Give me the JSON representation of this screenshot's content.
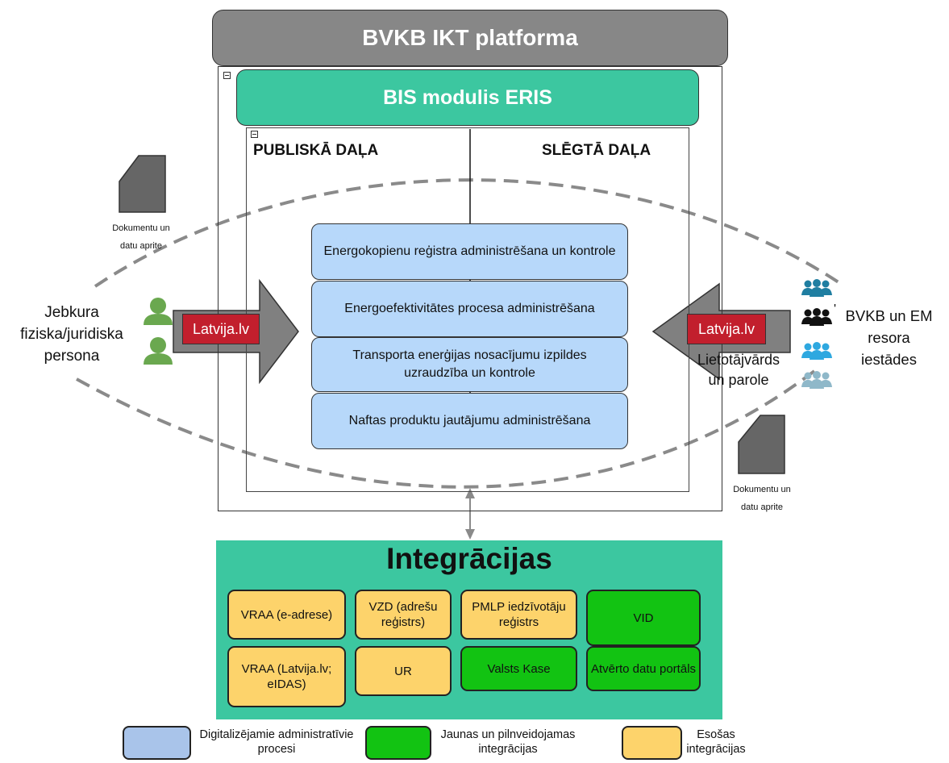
{
  "platform": {
    "title": "BVKB IKT platforma"
  },
  "module": {
    "title": "BIS modulis ERIS"
  },
  "sections": {
    "public": "PUBLISKĀ DAĻA",
    "closed": "SLĒGTĀ DAĻA"
  },
  "processes": [
    "Energokopienu reģistra administrēšana un kontrole",
    "Energoefektivitātes procesa administrēšana",
    "Transporta enerģijas nosacījumu izpildes uzraudzība un kontrole",
    "Naftas produktu jautājumu administrēšana"
  ],
  "left": {
    "doc_caption_1": "Dokumentu un",
    "doc_caption_2": "datu aprite",
    "actor_1": "Jebkura",
    "actor_2": "fiziska/juridiska",
    "actor_3": "persona",
    "portal": "Latvija.lv"
  },
  "right": {
    "doc_caption_1": "Dokumentu un",
    "doc_caption_2": "datu aprite",
    "actor_1": "BVKB un EM",
    "actor_2": "resora",
    "actor_3": "iestādes",
    "portal": "Latvija.lv",
    "auth_1": "Lietotājvārds",
    "auth_2": "un parole",
    "mark": "'"
  },
  "integrations": {
    "title": "Integrācijas",
    "items": [
      {
        "label": "VRAA (e-adrese)",
        "status": "existing"
      },
      {
        "label": "VZD (adrešu reģistrs)",
        "status": "existing"
      },
      {
        "label": "PMLP iedzīvotāju reģistrs",
        "status": "existing"
      },
      {
        "label": "VID",
        "status": "new"
      },
      {
        "label": "VRAA (Latvija.lv; eIDAS)",
        "status": "existing"
      },
      {
        "label": "UR",
        "status": "existing"
      },
      {
        "label": "Valsts Kase",
        "status": "new"
      },
      {
        "label": "Atvērto datu portāls",
        "status": "new"
      }
    ]
  },
  "legend": {
    "digital": "Digitalizējamie administratīvie procesi",
    "new": "Jaunas un pilnveidojamas integrācijas",
    "existing": "Esošas integrācijas"
  },
  "colors": {
    "platform": "#878787",
    "module": "#3cc7a0",
    "process": "#b7d8fa",
    "existing": "#fdd36b",
    "new": "#12c312",
    "portal": "#c21f2d",
    "person_green": "#6aa84f",
    "group_teal": "#1f7ea1",
    "group_black": "#111111",
    "group_blue": "#2ea8e0",
    "group_light": "#8fb8c9",
    "legend_digital": "#a9c4ea"
  }
}
